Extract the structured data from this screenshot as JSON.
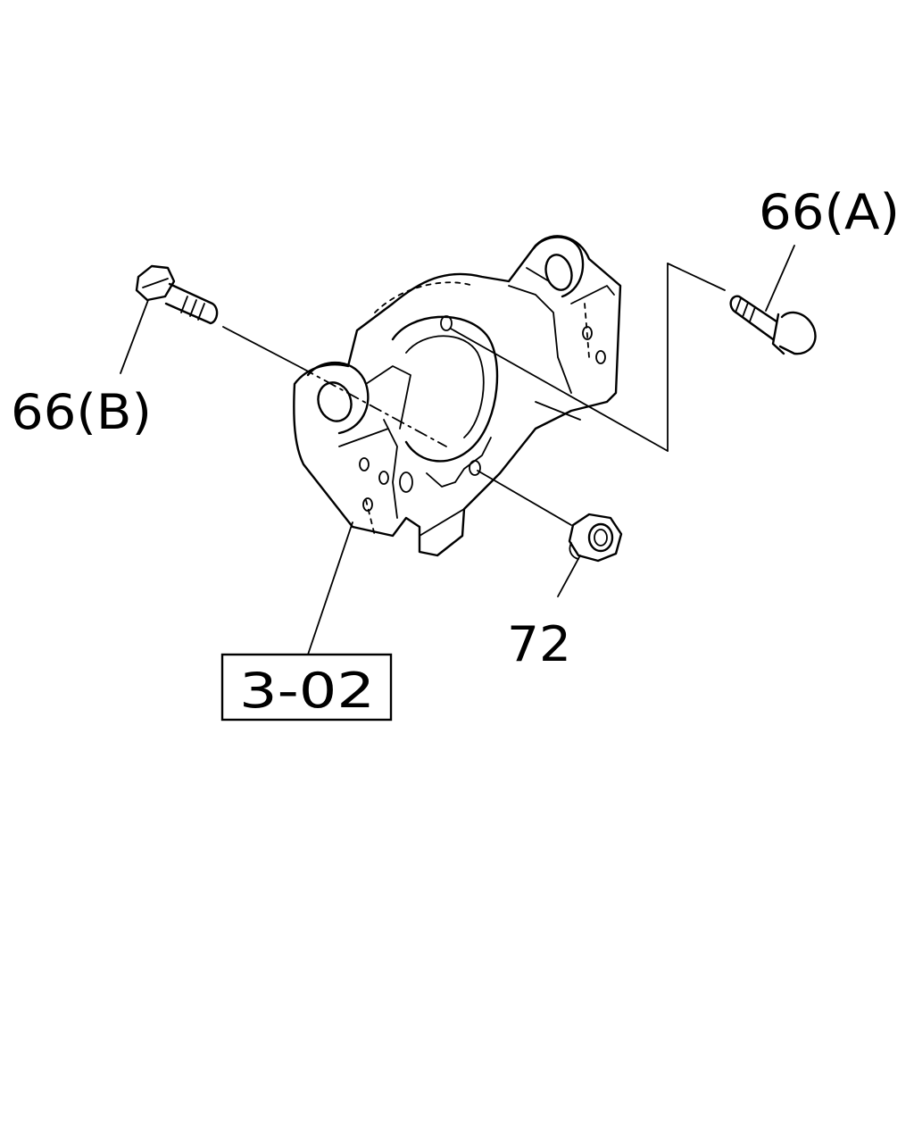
{
  "callouts": {
    "bolt_a": "66(A)",
    "bolt_b": "66(B)",
    "nut": "72",
    "bracket_ref": "3-02"
  },
  "colors": {
    "line": "#000000",
    "background": "#ffffff"
  }
}
